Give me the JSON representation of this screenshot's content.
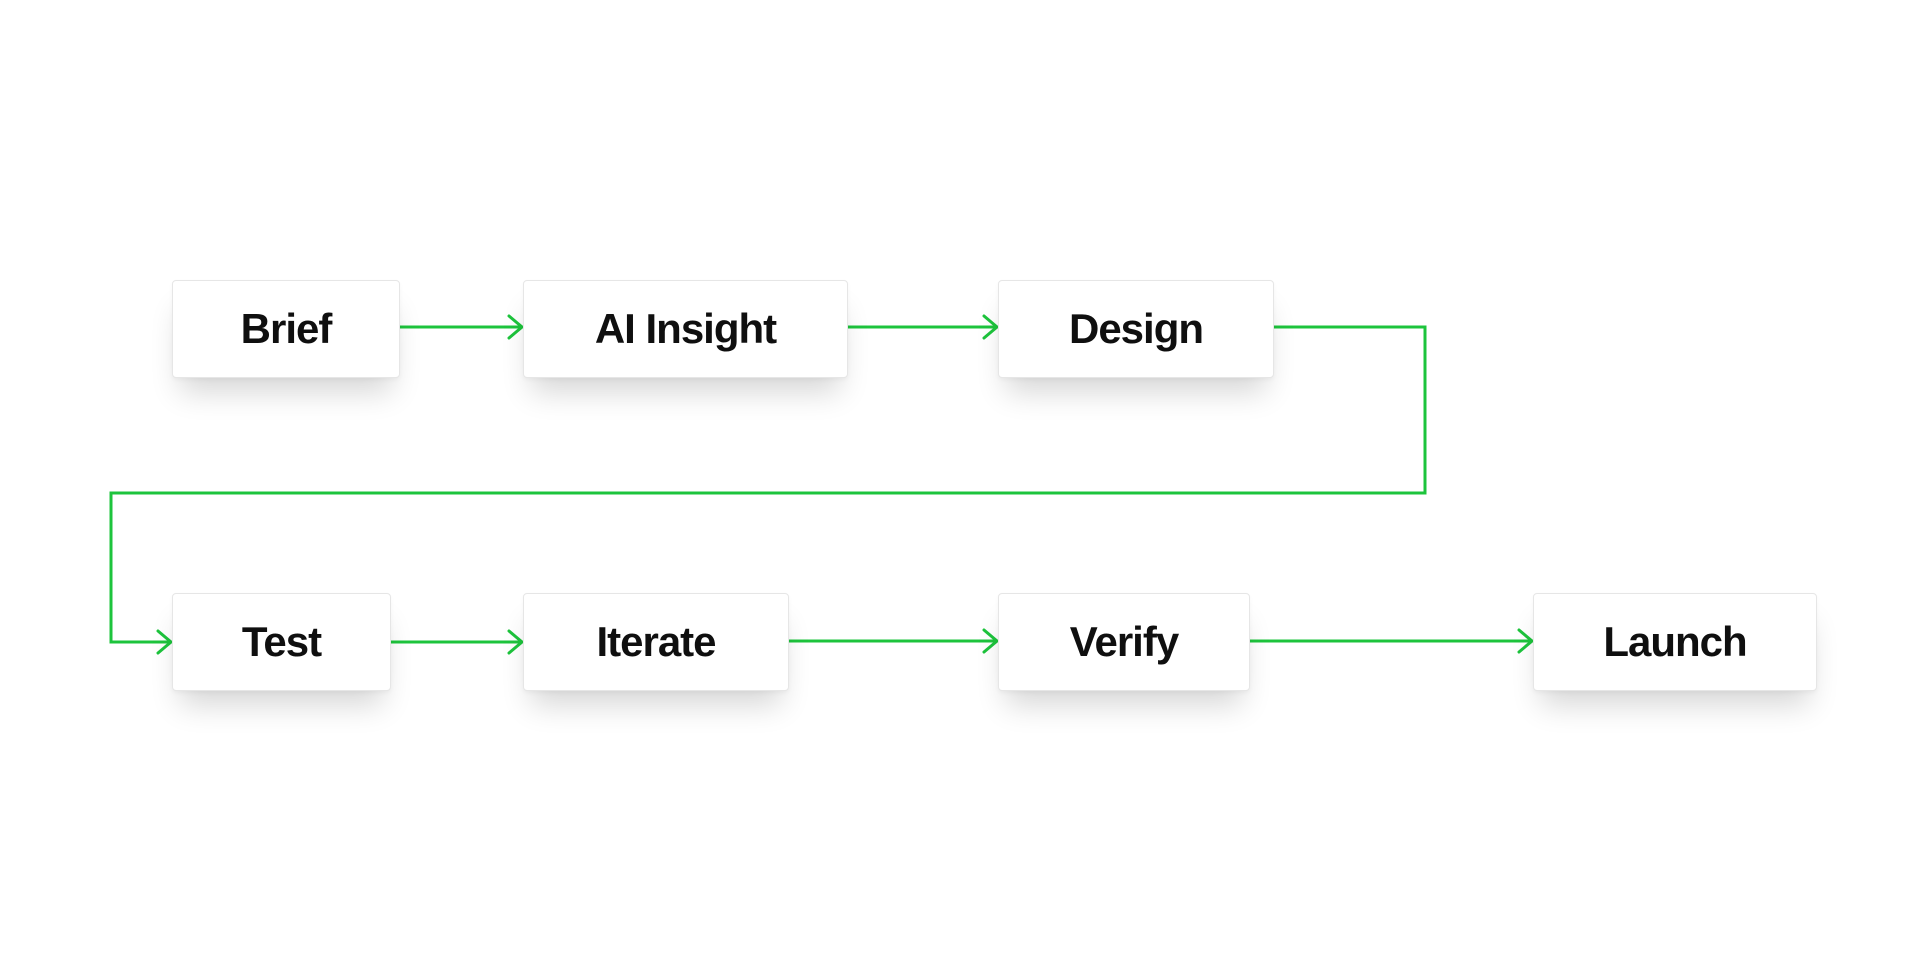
{
  "colors": {
    "connector": "#1dc43c",
    "node_text": "#0f0f0f",
    "node_border": "#e6e6e6",
    "background": "#ffffff"
  },
  "nodes": {
    "brief": "Brief",
    "ai_insight": "AI Insight",
    "design": "Design",
    "test": "Test",
    "iterate": "Iterate",
    "verify": "Verify",
    "launch": "Launch"
  },
  "flow": [
    "brief",
    "ai_insight",
    "design",
    "test",
    "iterate",
    "verify",
    "launch"
  ]
}
